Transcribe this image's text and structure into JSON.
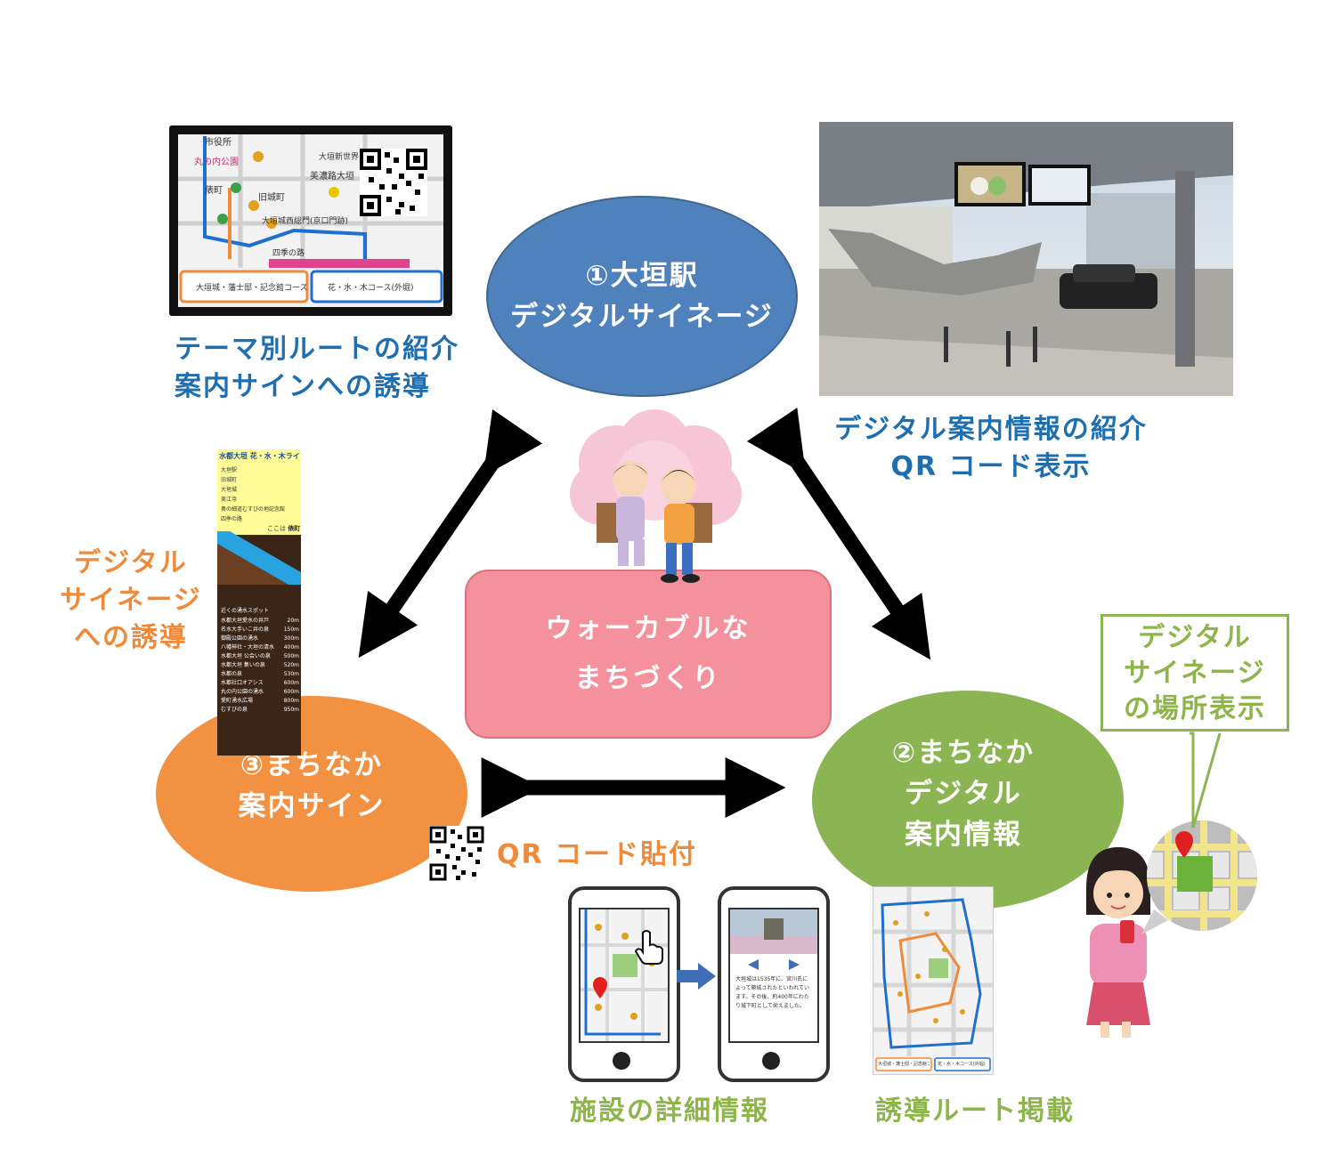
{
  "nodes": {
    "station": {
      "line1": "①大垣駅",
      "line2": "デジタルサイネージ",
      "color": "#4f81bd"
    },
    "digital": {
      "line1": "②まちなか",
      "line2": "デジタル",
      "line3": "案内情報",
      "color": "#8bb452"
    },
    "sign": {
      "line1": "③まちなか",
      "line2": "案内サイン",
      "color": "#f39143"
    },
    "center": {
      "line1": "ウォーカブルな",
      "line2": "まちづくり",
      "color": "#f4919c"
    }
  },
  "captions": {
    "theme_route": {
      "line1": "テーマ別ルートの紹介",
      "line2": "案内サインへの誘導"
    },
    "digital_intro": {
      "line1": "デジタル案内情報の紹介",
      "line2": "QR コード表示"
    },
    "to_signage": {
      "line1": "デジタル",
      "line2": "サイネージ",
      "line3": "への誘導"
    },
    "signage_location": {
      "line1": "デジタル",
      "line2": "サイネージ",
      "line3": "の場所表示"
    },
    "qr_attach": "QR コード貼付",
    "facility_detail": "施設の詳細情報",
    "route_posted": "誘導ルート掲載"
  },
  "signboard": {
    "header": "水都大垣 花・水・木ライ",
    "here_label": "ここは",
    "here_place": "俵町",
    "spots": [
      "大垣駅",
      "旧城町",
      "大垣城",
      "美江寺",
      "奥の細道むすびの地記念館",
      "四季の路"
    ],
    "list_title": "近くの湧水スポット",
    "wells": [
      {
        "name": "水都大垣愛水の井戸",
        "dist": "20m"
      },
      {
        "name": "名水大手いこ井の泉",
        "dist": "150m"
      },
      {
        "name": "御殿公園の湧水",
        "dist": "300m"
      },
      {
        "name": "八幡神社・大垣の清水",
        "dist": "400m"
      },
      {
        "name": "水都大垣 公会いの泉",
        "dist": "500m"
      },
      {
        "name": "水都大垣 集いの泉",
        "dist": "520m"
      },
      {
        "name": "水都の泉",
        "dist": "530m"
      },
      {
        "name": "水都社口オアシス",
        "dist": "600m"
      },
      {
        "name": "丸の内公園の湧水",
        "dist": "600m"
      },
      {
        "name": "愛町湧水広場",
        "dist": "800m"
      },
      {
        "name": "むすびの泉",
        "dist": "950m"
      }
    ]
  },
  "map_screen": {
    "labels": [
      "市役所",
      "丸の内公園",
      "大垣新世界",
      "俵町",
      "美濃路大垣",
      "旧城町",
      "大垣城西総門(京口門跡)",
      "四季の路"
    ],
    "route1": "大垣城・藩士邸・記念館コース",
    "route2": "花・水・木コース(外堀)"
  },
  "phone_text": "大垣城は1535年に、宮川氏によって築城されたといわれています。その後、約400年にわたり城下町として栄えました。",
  "route_map": {
    "route1": "大垣城・藩士邸・記念館コース",
    "route2": "花・水・木コース(外堀)"
  },
  "colors": {
    "arrow": "#000000",
    "bubble_border": "#8bb452"
  }
}
